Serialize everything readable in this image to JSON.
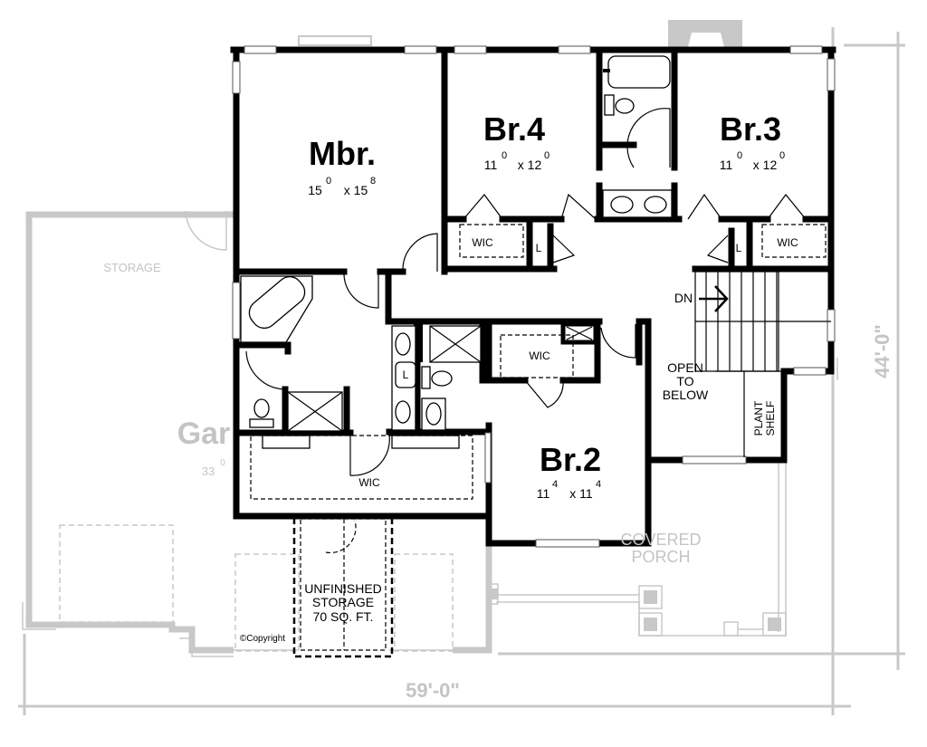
{
  "plan": {
    "rooms": {
      "mbr": {
        "name": "Mbr.",
        "dim_a": "15",
        "dim_a_sup": "0",
        "dim_b": "x 15",
        "dim_b_sup": "8"
      },
      "br4": {
        "name": "Br.4",
        "dim_a": "11",
        "dim_a_sup": "0",
        "dim_b": "x 12",
        "dim_b_sup": "0"
      },
      "br3": {
        "name": "Br.3",
        "dim_a": "11",
        "dim_a_sup": "0",
        "dim_b": "x 12",
        "dim_b_sup": "0"
      },
      "br2": {
        "name": "Br.2",
        "dim_a": "11",
        "dim_a_sup": "4",
        "dim_b": "x 11",
        "dim_b_sup": "4"
      }
    },
    "labels": {
      "wic_br4": "WIC",
      "wic_br3": "WIC",
      "wic_br2": "WIC",
      "wic_master": "WIC",
      "linen_br4": "L",
      "linen_br3": "L",
      "linen_bath": "L",
      "stair_dn": "DN",
      "open_to_below": [
        "OPEN",
        "TO",
        "BELOW"
      ],
      "plant_shelf": [
        "PLANT",
        "SHELF"
      ],
      "unfinished_storage": [
        "UNFINISHED",
        "STORAGE",
        "70 SQ. FT."
      ],
      "copyright": "©Copyright"
    },
    "below_level": {
      "storage": "STORAGE",
      "garage": "Gar",
      "garage_dim": "33",
      "garage_dim_sup": "0",
      "covered_porch": [
        "COVERED",
        "PORCH"
      ]
    },
    "dimensions": {
      "width": "59'-0\"",
      "depth": "44'-0\""
    }
  },
  "colors": {
    "wall": "#000000",
    "below_level": "#c8c8c8",
    "background": "#ffffff"
  }
}
